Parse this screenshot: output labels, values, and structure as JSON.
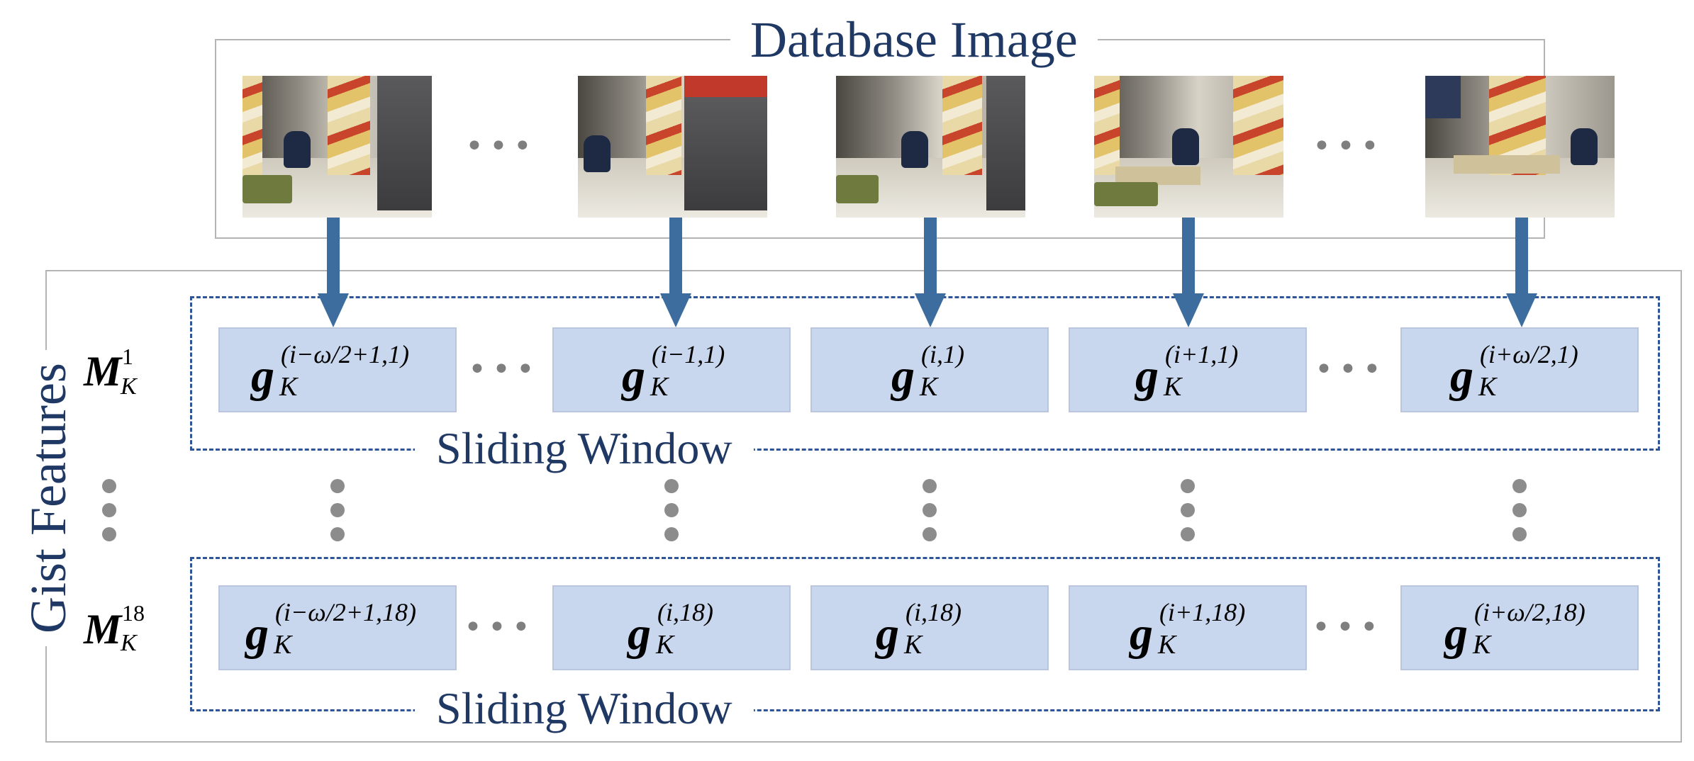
{
  "database_title": "Database Image",
  "side_label": "Gist Features",
  "sliding_window_label": "Sliding Window",
  "ellipsis": "•••",
  "colors": {
    "title_text": "#1f3864",
    "arrow": "#3d6d9e",
    "dashed_border": "#2e5597",
    "feature_box": "#c9d7ee",
    "frame": "#b4b4b4",
    "ellipsis_dots": "#8c8c8c"
  },
  "row_labels": [
    {
      "main": "M",
      "sub": "K",
      "sup": "1"
    },
    {
      "main": "M",
      "sub": "K",
      "sup": "18"
    }
  ],
  "rows": [
    {
      "cells": [
        {
          "main": "g",
          "sub": "K",
          "sup": "(i−ω/2+1,1)"
        },
        {
          "main": "g",
          "sub": "K",
          "sup": "(i−1,1)"
        },
        {
          "main": "g",
          "sub": "K",
          "sup": "(i,1)"
        },
        {
          "main": "g",
          "sub": "K",
          "sup": "(i+1,1)"
        },
        {
          "main": "g",
          "sub": "K",
          "sup": "(i+ω/2,1)"
        }
      ]
    },
    {
      "cells": [
        {
          "main": "g",
          "sub": "K",
          "sup": "(i−ω/2+1,18)"
        },
        {
          "main": "g",
          "sub": "K",
          "sup": "(i,18)"
        },
        {
          "main": "g",
          "sub": "K",
          "sup": "(i,18)"
        },
        {
          "main": "g",
          "sub": "K",
          "sup": "(i+1,18)"
        },
        {
          "main": "g",
          "sub": "K",
          "sup": "(i+ω/2,18)"
        }
      ]
    }
  ]
}
